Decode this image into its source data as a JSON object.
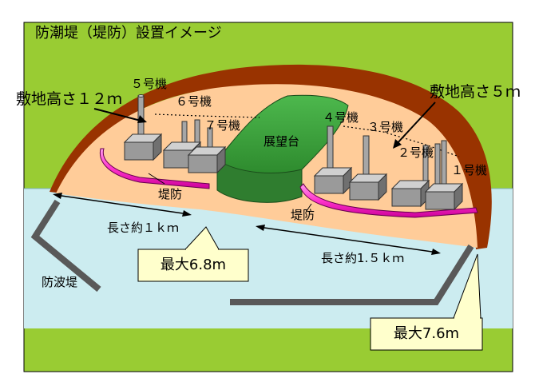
{
  "title": "防潮堤（堤防）設置イメージ",
  "elevation_left": "敷地高さ１２ｍ",
  "elevation_right": "敷地高さ５ｍ",
  "units": {
    "u5": "５号機",
    "u6": "６号機",
    "u7": "７号機",
    "u4": "４号機",
    "u3": "３号機",
    "u2": "２号機",
    "u1": "１号機"
  },
  "observatory": "展望台",
  "levee_left": "堤防",
  "levee_right": "堤防",
  "length_left": "長さ約１ｋｍ",
  "length_right": "長さ約1.５ｋｍ",
  "breakwater": "防波堤",
  "max_left": "最大6.8m",
  "max_right": "最大7.6m",
  "colors": {
    "land": "#99cc33",
    "site": "#ffcc99",
    "hill_edge": "#993300",
    "sea": "#ccecf0",
    "levee": "#ff33cc",
    "observatory": "#339933",
    "building": "#969696",
    "callout": "#ffffcc"
  }
}
